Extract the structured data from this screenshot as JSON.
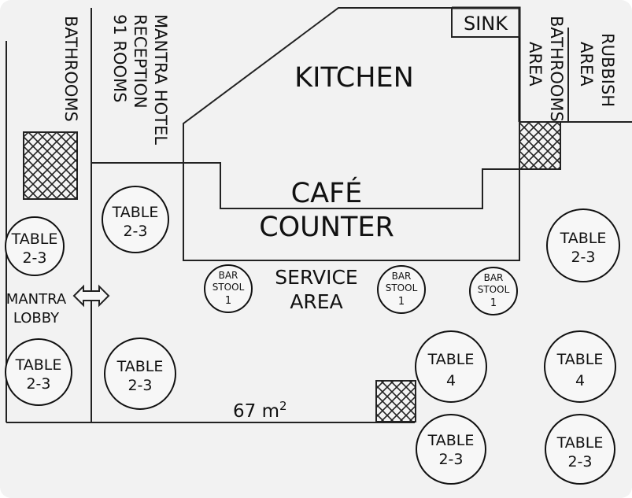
{
  "rooms": {
    "kitchen": "KITCHEN",
    "sink": "SINK",
    "cafe_counter_line1": "CAFÉ",
    "cafe_counter_line2": "COUNTER",
    "service_area_line1": "SERVICE",
    "service_area_line2": "AREA",
    "bathrooms": "BATHROOMS",
    "bathrooms_area_line1": "BATHROOMS",
    "bathrooms_area_line2": "AREA",
    "rubbish_area_line1": "RUBBISH",
    "rubbish_area_line2": "AREA",
    "mantra_hotel_line1": "MANTRA HOTEL",
    "mantra_hotel_line2": "RECEPTION",
    "mantra_hotel_line3": "91 ROOMS",
    "mantra_lobby_line1": "MANTRA",
    "mantra_lobby_line2": "LOBBY",
    "area_value": "67 m",
    "area_exp": "2"
  },
  "tables": [
    {
      "id": "t1",
      "line1": "TABLE",
      "line2": "2-3"
    },
    {
      "id": "t2",
      "line1": "TABLE",
      "line2": "2-3"
    },
    {
      "id": "t3",
      "line1": "TABLE",
      "line2": "2-3"
    },
    {
      "id": "t4",
      "line1": "TABLE",
      "line2": "2-3"
    },
    {
      "id": "t5",
      "line1": "TABLE",
      "line2": "2-3"
    },
    {
      "id": "t6",
      "line1": "TABLE",
      "line2": "4"
    },
    {
      "id": "t7",
      "line1": "TABLE",
      "line2": "2-3"
    },
    {
      "id": "t8",
      "line1": "TABLE",
      "line2": "4"
    },
    {
      "id": "t9",
      "line1": "TABLE",
      "line2": "2-3"
    }
  ],
  "stools": [
    {
      "id": "s1",
      "line1": "BAR",
      "line2": "STOOL",
      "line3": "1"
    },
    {
      "id": "s2",
      "line1": "BAR",
      "line2": "STOOL",
      "line3": "1"
    },
    {
      "id": "s3",
      "line1": "BAR",
      "line2": "STOOL",
      "line3": "1"
    }
  ]
}
